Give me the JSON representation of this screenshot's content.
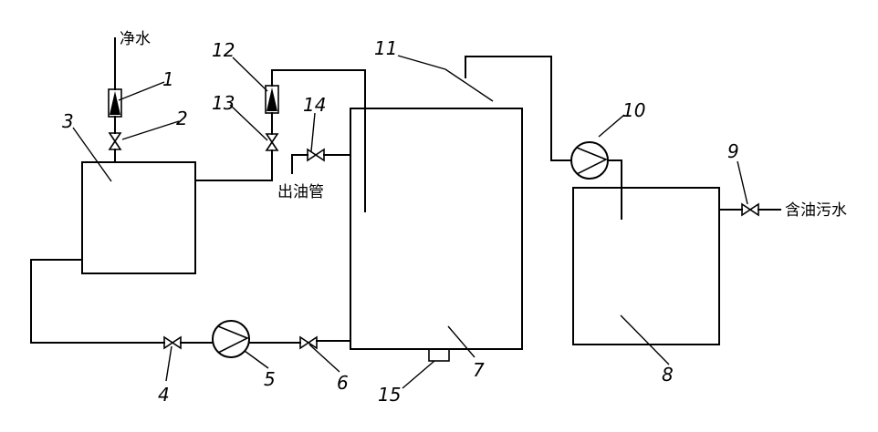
{
  "labels": {
    "clean_water": "净水",
    "oil_outlet": "出油管",
    "oily_wastewater": "含油污水"
  },
  "numbers": [
    "1",
    "2",
    "3",
    "4",
    "5",
    "6",
    "7",
    "8",
    "9",
    "10",
    "11",
    "12",
    "13",
    "14",
    "15"
  ]
}
